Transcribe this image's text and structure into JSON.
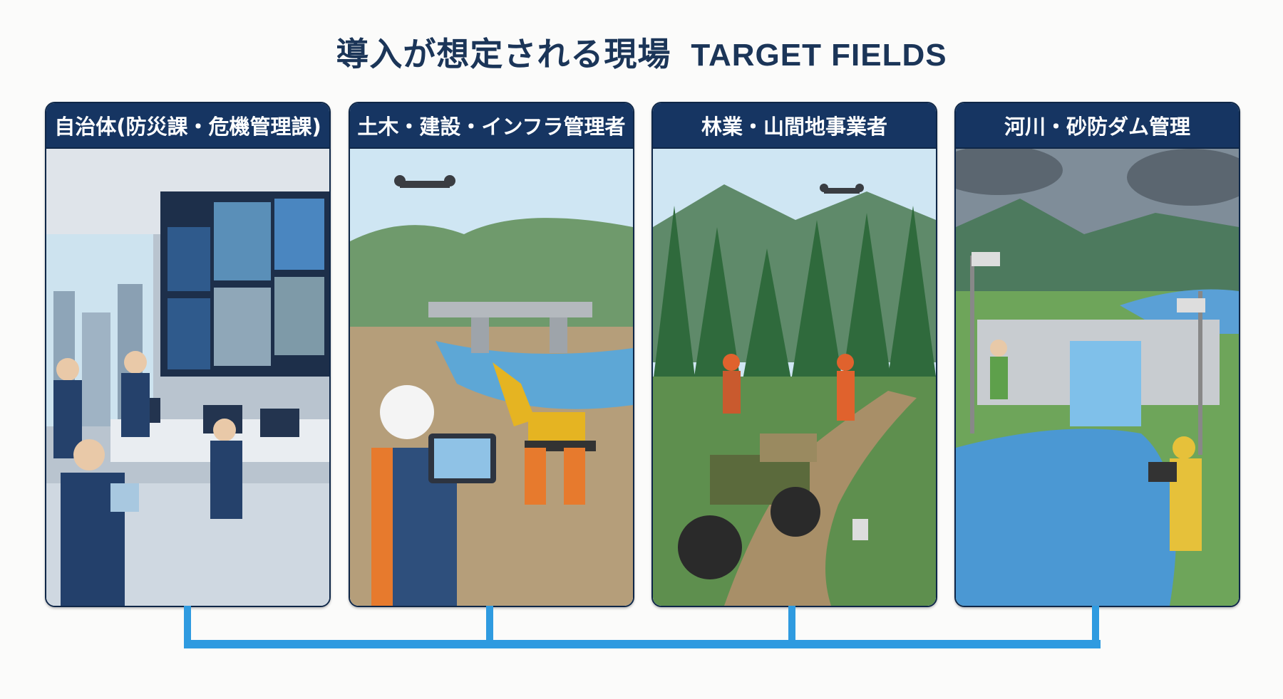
{
  "title": {
    "ja": "導入が想定される現場",
    "en": "TARGET FIELDS"
  },
  "panels": [
    {
      "label": "自治体(防災課・危機管理課)",
      "scene": "disaster-control-room"
    },
    {
      "label": "土木・建設・インフラ管理者",
      "scene": "construction-site"
    },
    {
      "label": "林業・山間地事業者",
      "scene": "forest-mountain"
    },
    {
      "label": "河川・砂防ダム管理",
      "scene": "river-dam"
    }
  ],
  "colors": {
    "header": "#163562",
    "title": "#1b3558",
    "connector": "#2f9be0"
  }
}
